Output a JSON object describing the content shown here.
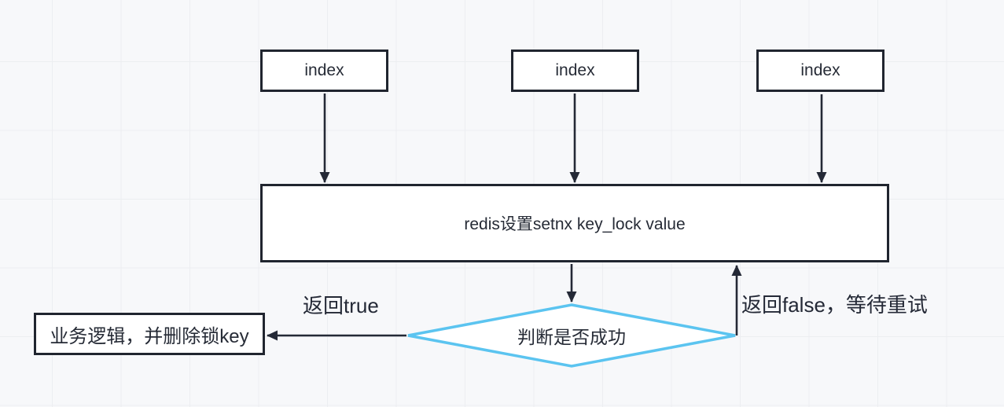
{
  "diagram": {
    "type": "flowchart",
    "nodes": {
      "index1": {
        "label": "index",
        "shape": "rect"
      },
      "index2": {
        "label": "index",
        "shape": "rect"
      },
      "index3": {
        "label": "index",
        "shape": "rect"
      },
      "redis": {
        "label": "redis设置setnx key_lock value",
        "shape": "rect"
      },
      "decision": {
        "label": "判断是否成功",
        "shape": "diamond"
      },
      "business": {
        "label": "业务逻辑，并删除锁key",
        "shape": "rect"
      }
    },
    "edges": {
      "true_branch": {
        "label": "返回true"
      },
      "false_branch": {
        "label": "返回false，等待重试"
      }
    },
    "colors": {
      "background": "#f7f8fa",
      "grid_line": "#eceef1",
      "shape_fill": "#ffffff",
      "shape_border": "#20252f",
      "decision_border": "#5bc4f0",
      "arrow": "#242936",
      "text": "#262b36"
    }
  }
}
